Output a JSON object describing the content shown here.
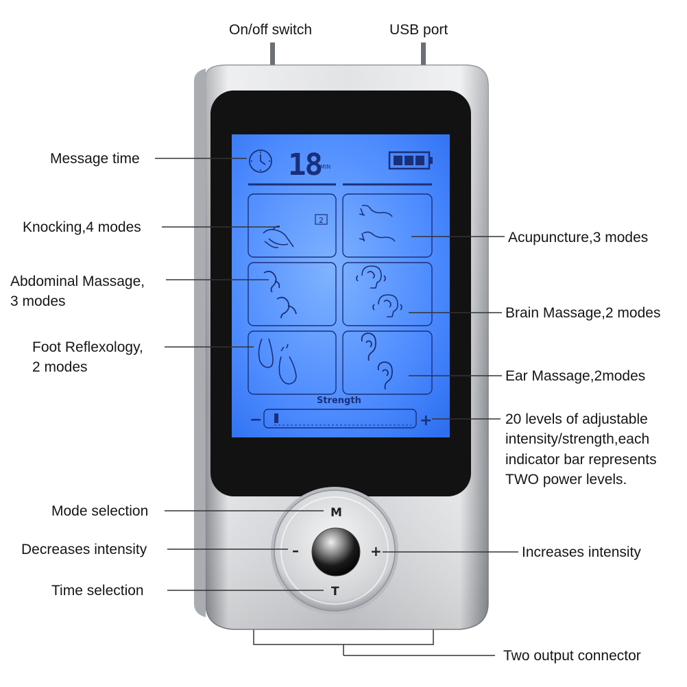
{
  "labels": {
    "on_off_switch": "On/off switch",
    "usb_port": "USB port",
    "message_time": "Message time",
    "knocking": "Knocking,4 modes",
    "abdominal_line1": "Abdominal Massage,",
    "abdominal_line2": "3 modes",
    "foot_line1": "Foot Reflexology,",
    "foot_line2": "2 modes",
    "acupuncture": "Acupuncture,3 modes",
    "brain_massage": "Brain Massage,2 modes",
    "ear_massage": "Ear Massage,2modes",
    "levels_line1": "20 levels of adjustable",
    "levels_line2": "intensity/strength,each",
    "levels_line3": "indicator bar represents",
    "levels_line4": "TWO power levels.",
    "mode_selection": "Mode selection",
    "decreases_intensity": "Decreases intensity",
    "time_selection": "Time selection",
    "increases_intensity": "Increases intensity",
    "two_output_connector": "Two output connector"
  },
  "display": {
    "timer_value": "18",
    "timer_unit": "MIN",
    "mode_badge": "2",
    "strength_label": "Strength",
    "minus": "−",
    "plus": "+"
  },
  "buttons": {
    "mode": "M",
    "time": "T",
    "minus": "–",
    "plus": "+"
  },
  "colors": {
    "lcd_blue": "#4f8dff",
    "lcd_ink": "#1a2f7a",
    "body_silver": "#cfd2d6"
  }
}
